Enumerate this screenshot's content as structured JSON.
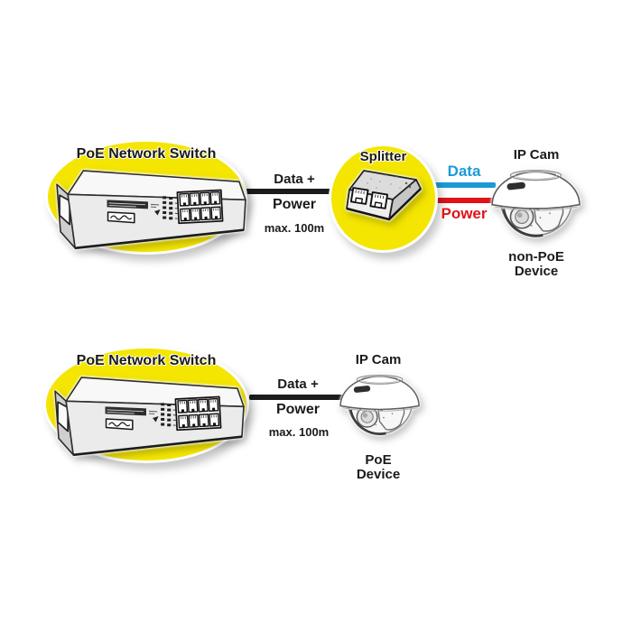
{
  "colors": {
    "background": "#ffffff",
    "highlight_yellow": "#F4E600",
    "data_blue": "#1B9AD7",
    "power_red": "#E01319",
    "cable_black": "#1C1C1C",
    "text_black": "#1A1A1A"
  },
  "top_diagram": {
    "switch_label": "PoE Network Switch",
    "cable_top_label": "Data +",
    "cable_bottom_label": "Power",
    "cable_distance": "max. 100m",
    "splitter_label": "Splitter",
    "data_line_label": "Data",
    "power_line_label": "Power",
    "camera_title": "IP Cam",
    "device_line1": "non-PoE",
    "device_line2": "Device"
  },
  "bottom_diagram": {
    "switch_label": "PoE Network Switch",
    "cable_top_label": "Data +",
    "cable_bottom_label": "Power",
    "cable_distance": "max. 100m",
    "camera_title": "IP Cam",
    "device_line1": "PoE",
    "device_line2": "Device"
  },
  "icons": {
    "network_switch": "network-switch-icon (8-port PoE switch line art)",
    "poe_splitter": "poe-splitter-icon (box with two RJ45 jacks)",
    "dome_camera": "dome-camera-icon (ceiling dome IP camera)"
  }
}
